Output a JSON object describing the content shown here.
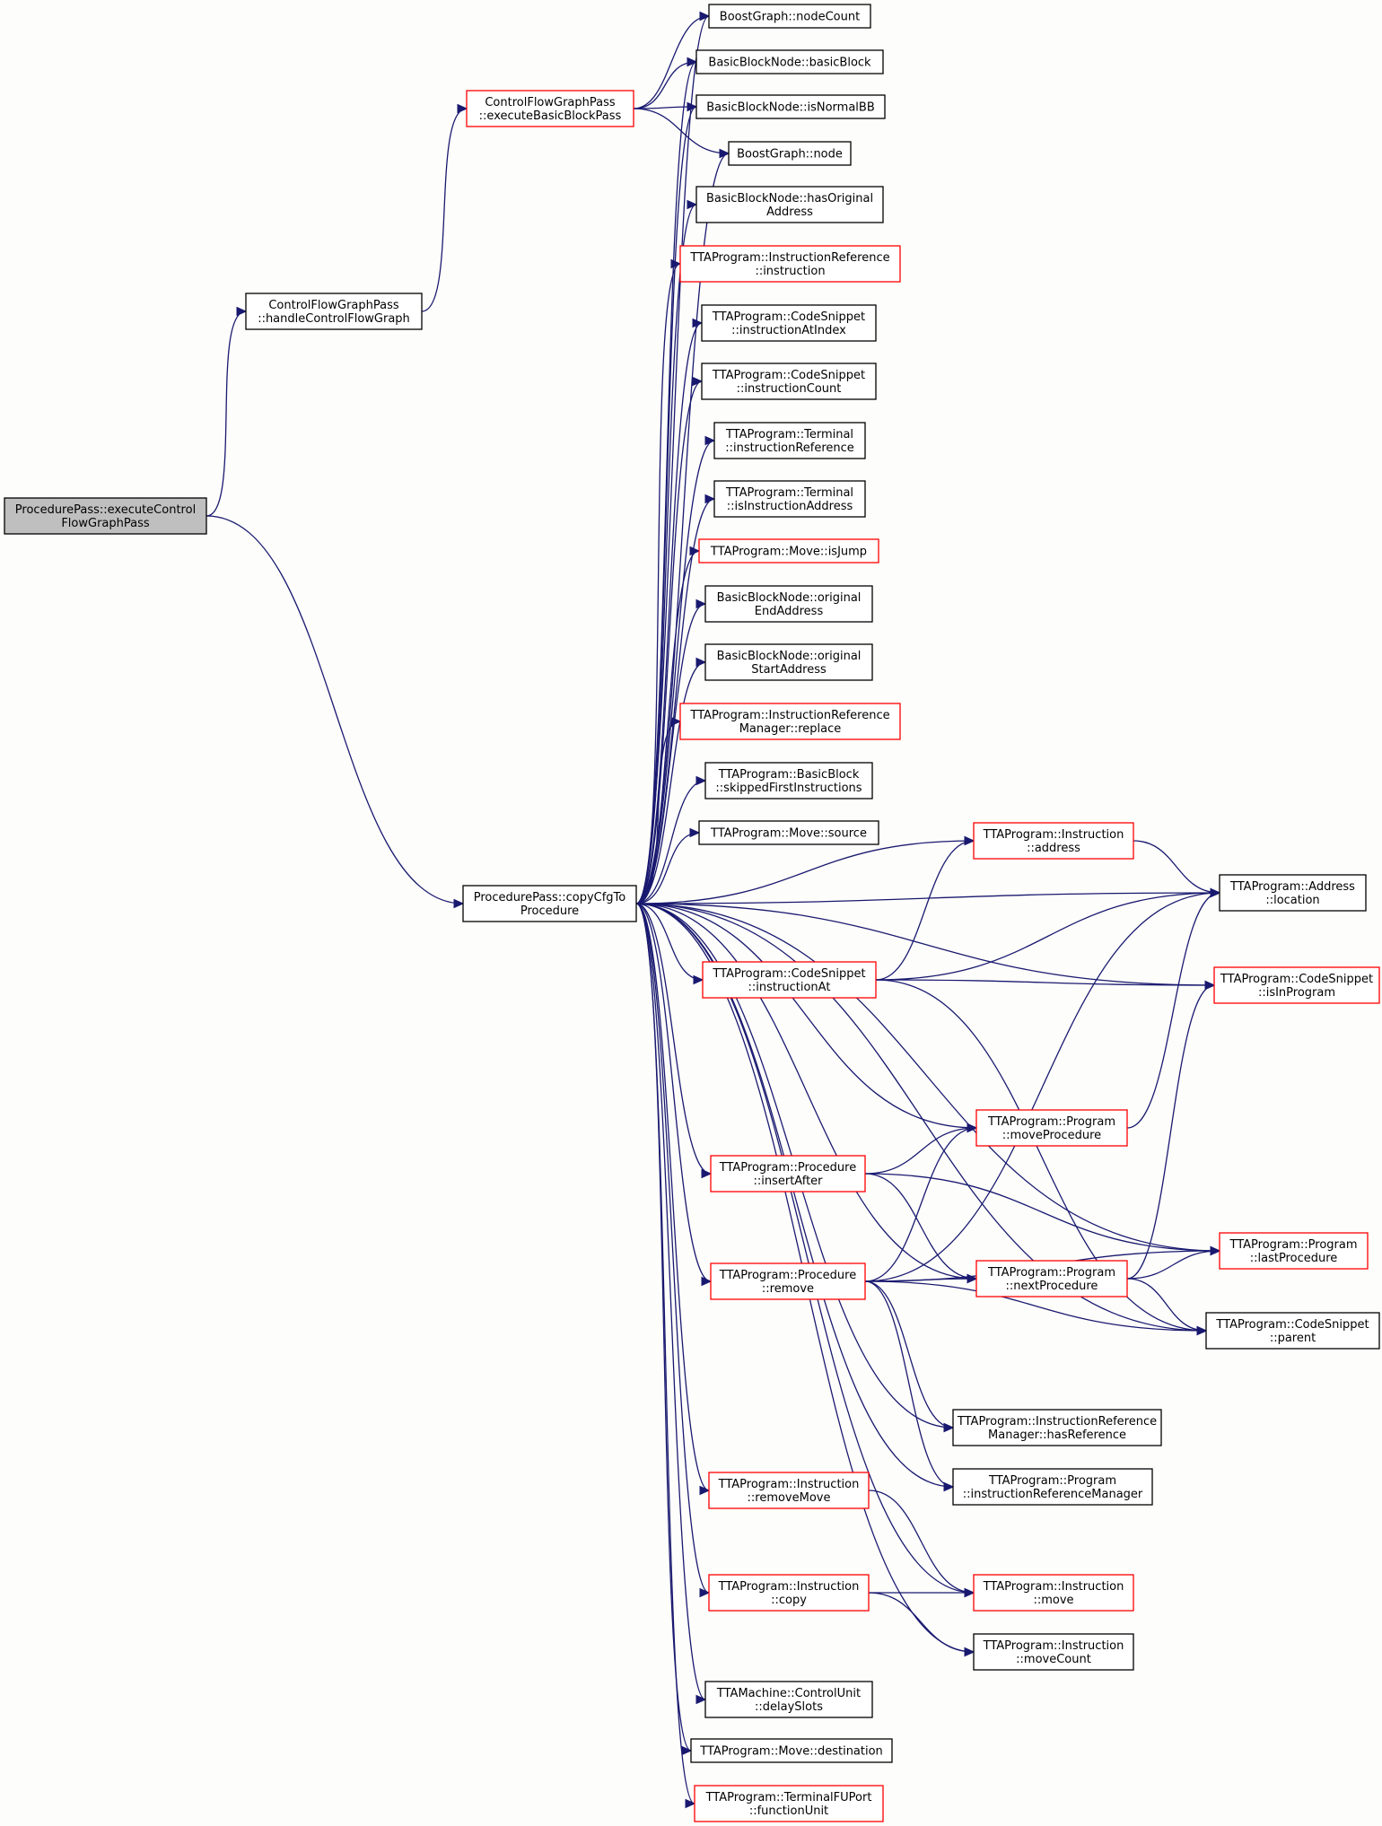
{
  "colors": {
    "background": "#fdfdfb",
    "edge": "#191970",
    "normal_border": "#000000",
    "truncated_border": "#ff0000",
    "root_fill": "#bfbfbf",
    "node_fill": "#ffffff"
  },
  "nodes": [
    {
      "id": "root",
      "lines": [
        "ProcedurePass::executeControl",
        "FlowGraphPass"
      ],
      "style": "root"
    },
    {
      "id": "handleCFG",
      "lines": [
        "ControlFlowGraphPass",
        "::handleControlFlowGraph"
      ],
      "style": "normal"
    },
    {
      "id": "execBB",
      "lines": [
        "ControlFlowGraphPass",
        "::executeBasicBlockPass"
      ],
      "style": "truncated"
    },
    {
      "id": "copyCfg",
      "lines": [
        "ProcedurePass::copyCfgTo",
        "Procedure"
      ],
      "style": "normal"
    },
    {
      "id": "nodeCount",
      "lines": [
        "BoostGraph::nodeCount"
      ],
      "style": "normal"
    },
    {
      "id": "basicBlock",
      "lines": [
        "BasicBlockNode::basicBlock"
      ],
      "style": "normal"
    },
    {
      "id": "isNormalBB",
      "lines": [
        "BasicBlockNode::isNormalBB"
      ],
      "style": "normal"
    },
    {
      "id": "bgNode",
      "lines": [
        "BoostGraph::node"
      ],
      "style": "normal"
    },
    {
      "id": "hasOrigAddr",
      "lines": [
        "BasicBlockNode::hasOriginal",
        "Address"
      ],
      "style": "normal"
    },
    {
      "id": "irInstruction",
      "lines": [
        "TTAProgram::InstructionReference",
        "::instruction"
      ],
      "style": "truncated"
    },
    {
      "id": "csInstrAtIndex",
      "lines": [
        "TTAProgram::CodeSnippet",
        "::instructionAtIndex"
      ],
      "style": "normal"
    },
    {
      "id": "csInstrCount",
      "lines": [
        "TTAProgram::CodeSnippet",
        "::instructionCount"
      ],
      "style": "normal"
    },
    {
      "id": "termInstrRef",
      "lines": [
        "TTAProgram::Terminal",
        "::instructionReference"
      ],
      "style": "normal"
    },
    {
      "id": "termIsInstrAddr",
      "lines": [
        "TTAProgram::Terminal",
        "::isInstructionAddress"
      ],
      "style": "normal"
    },
    {
      "id": "moveIsJump",
      "lines": [
        "TTAProgram::Move::isJump"
      ],
      "style": "truncated"
    },
    {
      "id": "origEndAddr",
      "lines": [
        "BasicBlockNode::original",
        "EndAddress"
      ],
      "style": "normal"
    },
    {
      "id": "origStartAddr",
      "lines": [
        "BasicBlockNode::original",
        "StartAddress"
      ],
      "style": "normal"
    },
    {
      "id": "irmReplace",
      "lines": [
        "TTAProgram::InstructionReference",
        "Manager::replace"
      ],
      "style": "truncated"
    },
    {
      "id": "bbSkipped",
      "lines": [
        "TTAProgram::BasicBlock",
        "::skippedFirstInstructions"
      ],
      "style": "normal"
    },
    {
      "id": "moveSource",
      "lines": [
        "TTAProgram::Move::source"
      ],
      "style": "normal"
    },
    {
      "id": "instrAddress",
      "lines": [
        "TTAProgram::Instruction",
        "::address"
      ],
      "style": "truncated"
    },
    {
      "id": "addrLocation",
      "lines": [
        "TTAProgram::Address",
        "::location"
      ],
      "style": "normal"
    },
    {
      "id": "csInstrAt",
      "lines": [
        "TTAProgram::CodeSnippet",
        "::instructionAt"
      ],
      "style": "truncated"
    },
    {
      "id": "csIsInProgram",
      "lines": [
        "TTAProgram::CodeSnippet",
        "::isInProgram"
      ],
      "style": "truncated"
    },
    {
      "id": "progMoveProc",
      "lines": [
        "TTAProgram::Program",
        "::moveProcedure"
      ],
      "style": "truncated"
    },
    {
      "id": "procInsertAfter",
      "lines": [
        "TTAProgram::Procedure",
        "::insertAfter"
      ],
      "style": "truncated"
    },
    {
      "id": "progLastProc",
      "lines": [
        "TTAProgram::Program",
        "::lastProcedure"
      ],
      "style": "truncated"
    },
    {
      "id": "procRemove",
      "lines": [
        "TTAProgram::Procedure",
        "::remove"
      ],
      "style": "truncated"
    },
    {
      "id": "progNextProc",
      "lines": [
        "TTAProgram::Program",
        "::nextProcedure"
      ],
      "style": "truncated"
    },
    {
      "id": "csParent",
      "lines": [
        "TTAProgram::CodeSnippet",
        "::parent"
      ],
      "style": "normal"
    },
    {
      "id": "irmHasRef",
      "lines": [
        "TTAProgram::InstructionReference",
        "Manager::hasReference"
      ],
      "style": "normal"
    },
    {
      "id": "progIRM",
      "lines": [
        "TTAProgram::Program",
        "::instructionReferenceManager"
      ],
      "style": "normal"
    },
    {
      "id": "instrRemoveMove",
      "lines": [
        "TTAProgram::Instruction",
        "::removeMove"
      ],
      "style": "truncated"
    },
    {
      "id": "instrMove",
      "lines": [
        "TTAProgram::Instruction",
        "::move"
      ],
      "style": "truncated"
    },
    {
      "id": "instrCopy",
      "lines": [
        "TTAProgram::Instruction",
        "::copy"
      ],
      "style": "truncated"
    },
    {
      "id": "instrMoveCount",
      "lines": [
        "TTAProgram::Instruction",
        "::moveCount"
      ],
      "style": "normal"
    },
    {
      "id": "cuDelaySlots",
      "lines": [
        "TTAMachine::ControlUnit",
        "::delaySlots"
      ],
      "style": "normal"
    },
    {
      "id": "moveDest",
      "lines": [
        "TTAProgram::Move::destination"
      ],
      "style": "normal"
    },
    {
      "id": "fuPortUnit",
      "lines": [
        "TTAProgram::TerminalFUPort",
        "::functionUnit"
      ],
      "style": "truncated"
    }
  ],
  "edges": [
    [
      "root",
      "handleCFG"
    ],
    [
      "root",
      "copyCfg"
    ],
    [
      "handleCFG",
      "execBB"
    ],
    [
      "execBB",
      "nodeCount"
    ],
    [
      "execBB",
      "basicBlock"
    ],
    [
      "execBB",
      "isNormalBB"
    ],
    [
      "execBB",
      "bgNode"
    ],
    [
      "copyCfg",
      "nodeCount"
    ],
    [
      "copyCfg",
      "basicBlock"
    ],
    [
      "copyCfg",
      "isNormalBB"
    ],
    [
      "copyCfg",
      "bgNode"
    ],
    [
      "copyCfg",
      "hasOrigAddr"
    ],
    [
      "copyCfg",
      "irInstruction"
    ],
    [
      "copyCfg",
      "csInstrAtIndex"
    ],
    [
      "copyCfg",
      "csInstrCount"
    ],
    [
      "copyCfg",
      "termInstrRef"
    ],
    [
      "copyCfg",
      "termIsInstrAddr"
    ],
    [
      "copyCfg",
      "moveIsJump"
    ],
    [
      "copyCfg",
      "origEndAddr"
    ],
    [
      "copyCfg",
      "origStartAddr"
    ],
    [
      "copyCfg",
      "irmReplace"
    ],
    [
      "copyCfg",
      "bbSkipped"
    ],
    [
      "copyCfg",
      "moveSource"
    ],
    [
      "copyCfg",
      "addrLocation"
    ],
    [
      "copyCfg",
      "instrAddress"
    ],
    [
      "copyCfg",
      "csInstrAt"
    ],
    [
      "copyCfg",
      "csIsInProgram"
    ],
    [
      "copyCfg",
      "progLastProc"
    ],
    [
      "copyCfg",
      "progMoveProc"
    ],
    [
      "copyCfg",
      "procInsertAfter"
    ],
    [
      "copyCfg",
      "progNextProc"
    ],
    [
      "copyCfg",
      "procRemove"
    ],
    [
      "copyCfg",
      "irmHasRef"
    ],
    [
      "copyCfg",
      "progIRM"
    ],
    [
      "copyCfg",
      "csParent"
    ],
    [
      "copyCfg",
      "instrRemoveMove"
    ],
    [
      "copyCfg",
      "instrMove"
    ],
    [
      "copyCfg",
      "instrCopy"
    ],
    [
      "copyCfg",
      "instrMoveCount"
    ],
    [
      "copyCfg",
      "cuDelaySlots"
    ],
    [
      "copyCfg",
      "moveDest"
    ],
    [
      "copyCfg",
      "fuPortUnit"
    ],
    [
      "instrAddress",
      "addrLocation"
    ],
    [
      "csInstrAt",
      "instrAddress"
    ],
    [
      "csInstrAt",
      "addrLocation"
    ],
    [
      "csInstrAt",
      "csIsInProgram"
    ],
    [
      "csInstrAt",
      "csParent"
    ],
    [
      "progMoveProc",
      "addrLocation"
    ],
    [
      "procInsertAfter",
      "progMoveProc"
    ],
    [
      "procInsertAfter",
      "progLastProc"
    ],
    [
      "procInsertAfter",
      "progNextProc"
    ],
    [
      "procRemove",
      "progMoveProc"
    ],
    [
      "procRemove",
      "addrLocation"
    ],
    [
      "procRemove",
      "progNextProc"
    ],
    [
      "procRemove",
      "progLastProc"
    ],
    [
      "procRemove",
      "csParent"
    ],
    [
      "procRemove",
      "irmHasRef"
    ],
    [
      "procRemove",
      "progIRM"
    ],
    [
      "progNextProc",
      "csIsInProgram"
    ],
    [
      "progNextProc",
      "progLastProc"
    ],
    [
      "progNextProc",
      "csParent"
    ],
    [
      "instrRemoveMove",
      "instrMove"
    ],
    [
      "instrCopy",
      "instrMove"
    ],
    [
      "instrCopy",
      "instrMoveCount"
    ]
  ]
}
